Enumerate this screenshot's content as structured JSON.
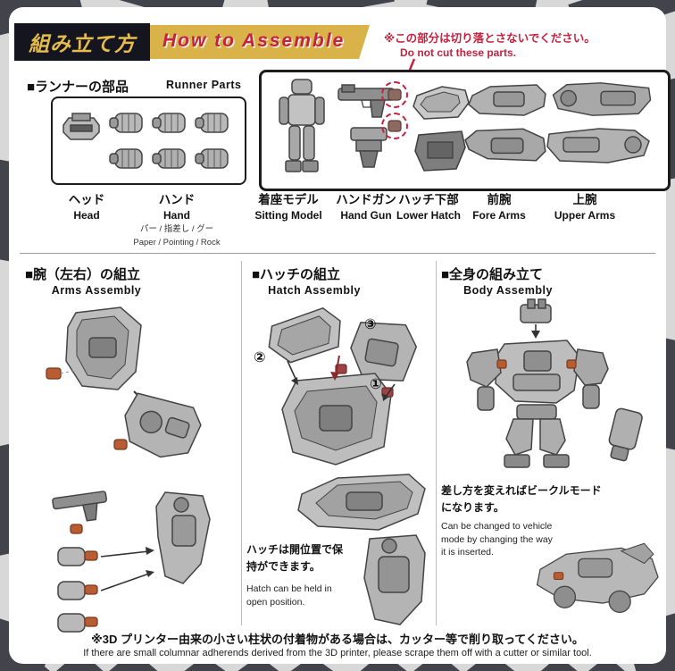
{
  "header": {
    "title_jp": "組み立て方",
    "title_en": "How to Assemble"
  },
  "warning": {
    "jp": "※この部分は切り落とさないでください。",
    "en": "Do not cut these parts."
  },
  "runner": {
    "heading_jp": "■ランナーの部品",
    "heading_en": "Runner Parts",
    "labels": [
      {
        "jp": "ヘッド",
        "en": "Head"
      },
      {
        "jp": "ハンド",
        "en": "Hand",
        "sub_jp": "パー / 指差し / グー",
        "sub_en": "Paper / Pointing / Rock"
      },
      {
        "jp": "着座モデル",
        "en": "Sitting Model"
      },
      {
        "jp": "ハンドガン",
        "en": "Hand Gun"
      },
      {
        "jp": "ハッチ下部",
        "en": "Lower Hatch"
      },
      {
        "jp": "前腕",
        "en": "Fore Arms"
      },
      {
        "jp": "上腕",
        "en": "Upper Arms"
      }
    ]
  },
  "arms": {
    "heading_jp": "■腕（左右）の組立",
    "heading_en": "Arms Assembly"
  },
  "hatch": {
    "heading_jp": "■ハッチの組立",
    "heading_en": "Hatch Assembly",
    "steps": [
      "①",
      "②",
      "③"
    ],
    "note_jp": "ハッチは開位置で保持ができます。",
    "note_en": "Hatch can be held in open position."
  },
  "body_sec": {
    "heading_jp": "■全身の組み立て",
    "heading_en": "Body Assembly",
    "note_jp": "差し方を変えればビークルモードになります。",
    "note_en": "Can be changed to vehicle mode by changing the way it is inserted."
  },
  "footer": {
    "jp": "※3D プリンター由来の小さい柱状の付着物がある場合は、カッター等で削り取ってください。",
    "en": "If there are small columnar adherends derived from the 3D printer, please scrape them off with a cutter or similar tool."
  },
  "colors": {
    "banner_yellow": "#d9b24a",
    "header_dark": "#15151f",
    "warning_red": "#c52240",
    "accent_orange": "#b85c33"
  }
}
